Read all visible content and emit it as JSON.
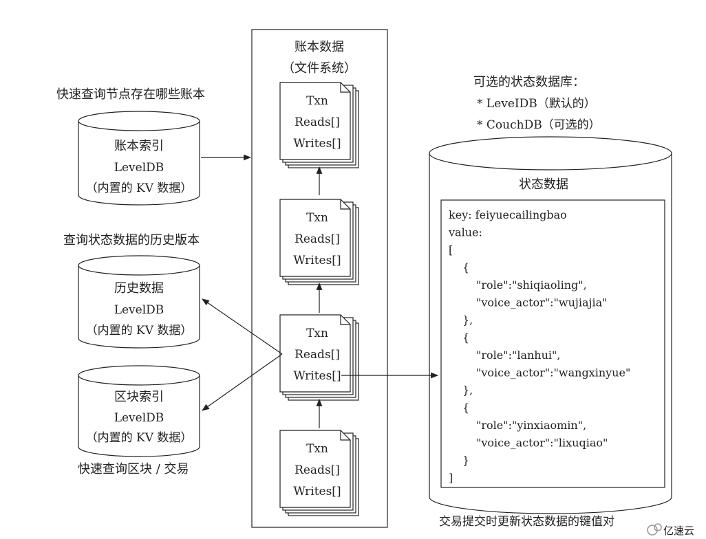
{
  "ledger": {
    "title": "账本数据",
    "subtitle": "（文件系统）",
    "block_lines": [
      "Txn",
      "Reads[]",
      "Writes[]"
    ]
  },
  "notes": {
    "ledger_index": "快速查询节点存在哪些账本",
    "history": "查询状态数据的历史版本",
    "block_index": "快速查询区块 / 交易",
    "state_db_title": "可选的状态数据库：",
    "state_db_option1": "* LeveIDB（默认的）",
    "state_db_option2": "* CouchDB（可选的）",
    "footer": "交易提交时更新状态数据的键值对"
  },
  "databases": {
    "ledger_index": {
      "name": "账本索引",
      "engine": "LevelDB",
      "desc": "（内置的 KV 数据）"
    },
    "history": {
      "name": "历史数据",
      "engine": "LevelDB",
      "desc": "（内置的 KV 数据）"
    },
    "block_index": {
      "name": "区块索引",
      "engine": "LevelDB",
      "desc": "（内置的 KV 数据）"
    }
  },
  "state": {
    "title": "状态数据",
    "json_lines": [
      "key: feiyuecailingbao",
      "value:",
      "[",
      "{",
      "\"role\":\"shiqiaoling\",",
      "\"voice_actor\":\"wujiajia\"",
      "},",
      "{",
      "\"role\":\"lanhui\",",
      "\"voice_actor\":\"wangxinyue\"",
      "},",
      "{",
      "\"role\":\"yinxiaomin\",",
      "\"voice_actor\":\"lixuqiao\"",
      "}",
      "]"
    ]
  },
  "watermark": "亿速云",
  "colors": {
    "line": "#222222",
    "background": "#ffffff",
    "watermark": "#9a9a9a"
  }
}
